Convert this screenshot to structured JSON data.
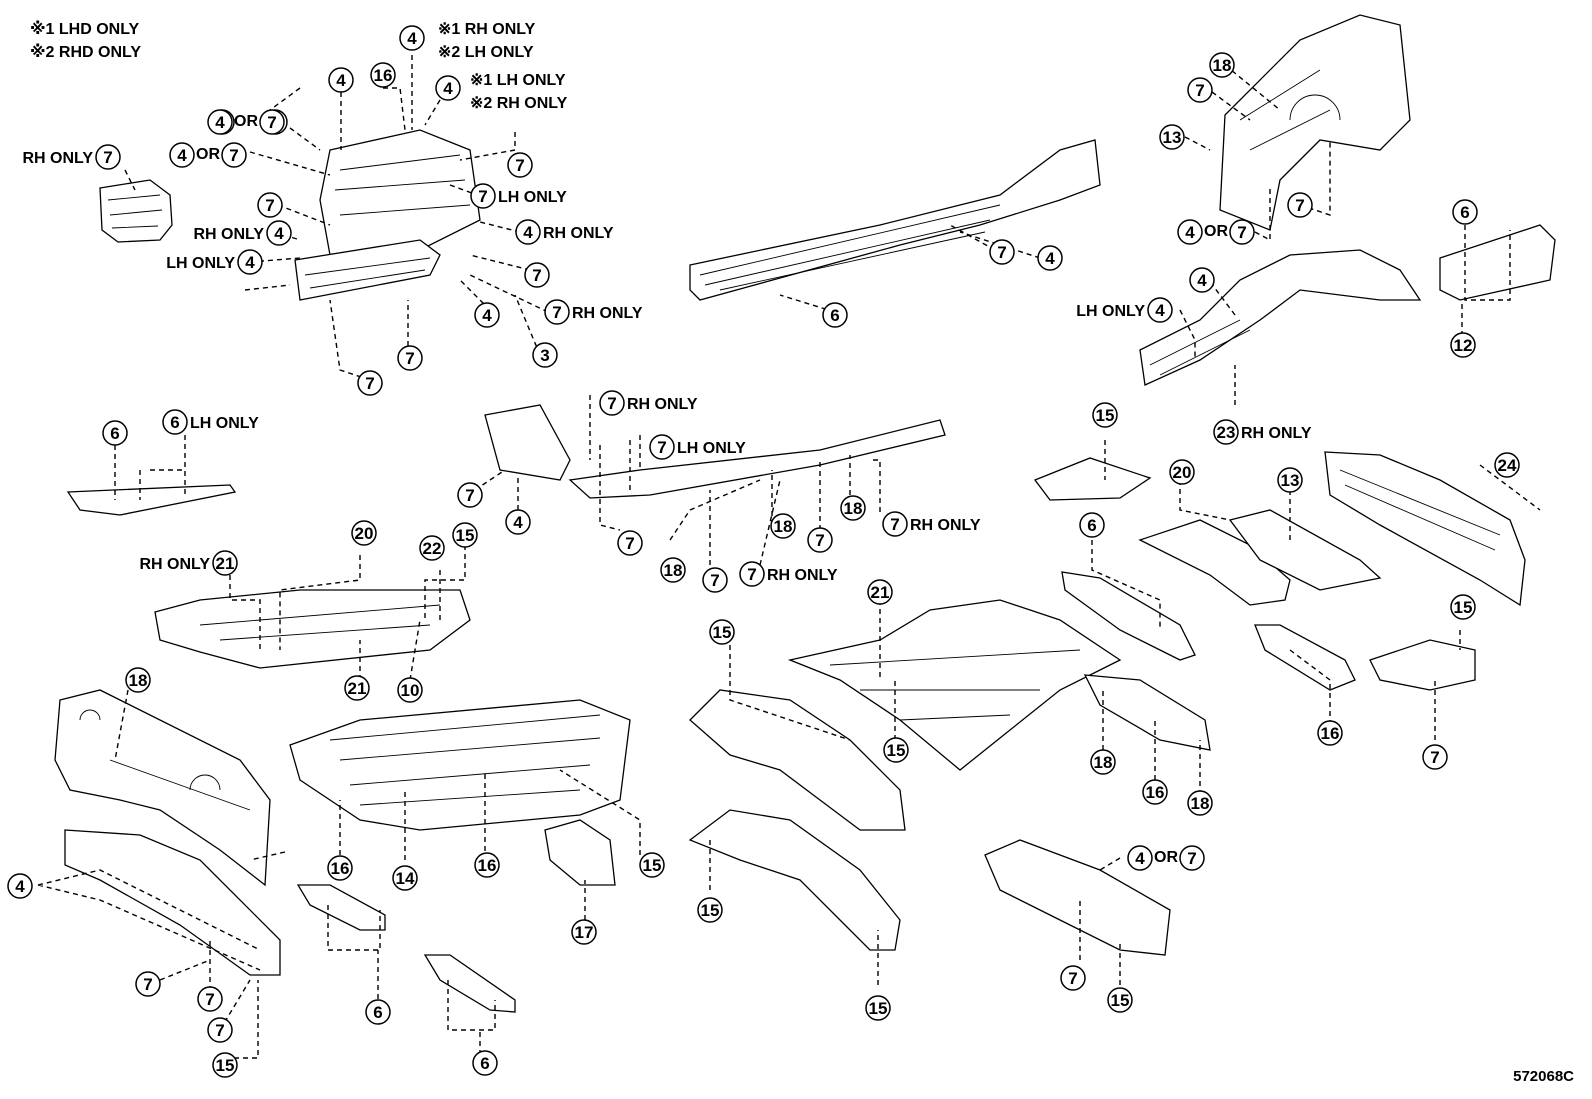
{
  "notes": [
    "※1 LHD ONLY",
    "※2 RHD ONLY"
  ],
  "diagram_ref": "572068C",
  "top_notes": {
    "n1": "※1 RH ONLY",
    "n2": "※2 LH ONLY",
    "n3": "※1 LH ONLY",
    "n4": "※2 RH ONLY"
  },
  "callouts": [
    {
      "num": "4",
      "suffix": ""
    },
    {
      "num": "4",
      "suffix": ""
    },
    {
      "num": "16",
      "suffix": ""
    },
    {
      "num": "4",
      "suffix": ""
    },
    {
      "num": "4",
      "suffix": ""
    },
    {
      "num": "7",
      "suffix": ""
    },
    {
      "num": "7",
      "suffix": ""
    },
    {
      "num": "7",
      "suffix": "LH ONLY"
    },
    {
      "num": "4",
      "suffix": "RH ONLY"
    },
    {
      "num": "7",
      "suffix": ""
    },
    {
      "num": "7",
      "suffix": "RH ONLY"
    },
    {
      "num": "4",
      "suffix": ""
    },
    {
      "num": "3",
      "suffix": ""
    },
    {
      "num": "7",
      "suffix": ""
    },
    {
      "num": "7",
      "suffix": ""
    },
    {
      "num": "7",
      "suffix": ""
    },
    {
      "num": "6",
      "suffix": ""
    },
    {
      "num": "7",
      "suffix": ""
    },
    {
      "num": "4",
      "suffix": ""
    },
    {
      "num": "18",
      "suffix": ""
    },
    {
      "num": "7",
      "suffix": ""
    },
    {
      "num": "13",
      "suffix": ""
    },
    {
      "num": "7",
      "suffix": ""
    },
    {
      "num": "6",
      "suffix": ""
    },
    {
      "num": "4",
      "suffix": ""
    },
    {
      "num": "12",
      "suffix": ""
    },
    {
      "num": "23",
      "suffix": "RH ONLY"
    },
    {
      "num": "6",
      "suffix": ""
    },
    {
      "num": "6",
      "suffix": "LH ONLY"
    },
    {
      "num": "7",
      "suffix": "RH ONLY"
    },
    {
      "num": "7",
      "suffix": "LH ONLY"
    },
    {
      "num": "7",
      "suffix": ""
    },
    {
      "num": "4",
      "suffix": ""
    },
    {
      "num": "7",
      "suffix": ""
    },
    {
      "num": "18",
      "suffix": ""
    },
    {
      "num": "18",
      "suffix": ""
    },
    {
      "num": "7",
      "suffix": ""
    },
    {
      "num": "7",
      "suffix": "RH ONLY"
    },
    {
      "num": "7",
      "suffix": ""
    },
    {
      "num": "18",
      "suffix": ""
    },
    {
      "num": "7",
      "suffix": "RH ONLY"
    },
    {
      "num": "15",
      "suffix": ""
    },
    {
      "num": "20",
      "suffix": ""
    },
    {
      "num": "13",
      "suffix": ""
    },
    {
      "num": "24",
      "suffix": ""
    },
    {
      "num": "6",
      "suffix": ""
    },
    {
      "num": "20",
      "suffix": ""
    },
    {
      "num": "22",
      "suffix": ""
    },
    {
      "num": "15",
      "suffix": ""
    },
    {
      "num": "21",
      "suffix": ""
    },
    {
      "num": "10",
      "suffix": ""
    },
    {
      "num": "15",
      "suffix": ""
    },
    {
      "num": "21",
      "suffix": ""
    },
    {
      "num": "15",
      "suffix": ""
    },
    {
      "num": "15",
      "suffix": ""
    },
    {
      "num": "16",
      "suffix": ""
    },
    {
      "num": "7",
      "suffix": ""
    },
    {
      "num": "18",
      "suffix": ""
    },
    {
      "num": "16",
      "suffix": ""
    },
    {
      "num": "18",
      "suffix": ""
    },
    {
      "num": "18",
      "suffix": ""
    },
    {
      "num": "16",
      "suffix": ""
    },
    {
      "num": "14",
      "suffix": ""
    },
    {
      "num": "16",
      "suffix": ""
    },
    {
      "num": "15",
      "suffix": ""
    },
    {
      "num": "17",
      "suffix": ""
    },
    {
      "num": "15",
      "suffix": ""
    },
    {
      "num": "15",
      "suffix": ""
    },
    {
      "num": "7",
      "suffix": ""
    },
    {
      "num": "15",
      "suffix": ""
    },
    {
      "num": "4",
      "suffix": ""
    },
    {
      "num": "7",
      "suffix": ""
    },
    {
      "num": "7",
      "suffix": ""
    },
    {
      "num": "7",
      "suffix": ""
    },
    {
      "num": "15",
      "suffix": ""
    },
    {
      "num": "6",
      "suffix": ""
    },
    {
      "num": "6",
      "suffix": ""
    }
  ],
  "prefixed": [
    {
      "prefix": "RH ONLY",
      "num": "7"
    },
    {
      "prefix": "RH ONLY",
      "num": "4"
    },
    {
      "prefix": "LH ONLY",
      "num": "4"
    },
    {
      "prefix": "LH ONLY",
      "num": "4"
    },
    {
      "prefix": "RH ONLY",
      "num": "21"
    }
  ],
  "or_pairs": [
    {
      "a": "4",
      "or": "OR",
      "b": "7"
    },
    {
      "a": "4",
      "or": "OR",
      "b": "7"
    },
    {
      "a": "4",
      "or": "OR",
      "b": "7"
    },
    {
      "a": "4",
      "or": "OR",
      "b": "7"
    }
  ]
}
